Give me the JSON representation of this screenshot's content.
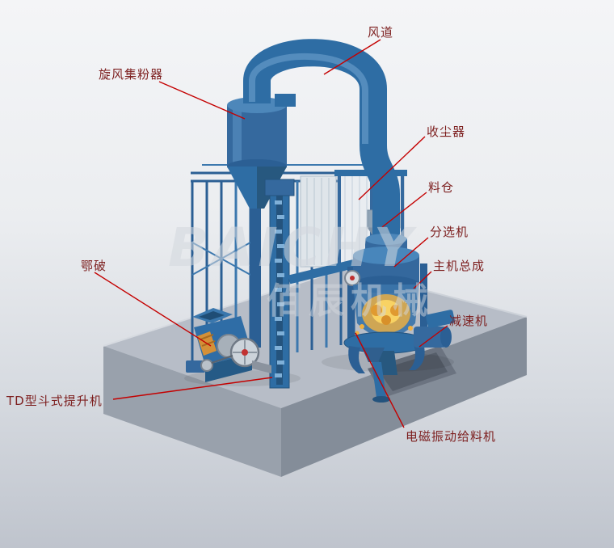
{
  "diagram": {
    "labels": [
      {
        "id": "air-duct",
        "text": "风道"
      },
      {
        "id": "cyclone-collector",
        "text": "旋风集粉器"
      },
      {
        "id": "dust-collector",
        "text": "收尘器"
      },
      {
        "id": "material-bin",
        "text": "料仓"
      },
      {
        "id": "classifier",
        "text": "分选机"
      },
      {
        "id": "main-unit",
        "text": "主机总成"
      },
      {
        "id": "reducer",
        "text": "减速机"
      },
      {
        "id": "vibrating-feeder",
        "text": "电磁振动给料机"
      },
      {
        "id": "bucket-elevator",
        "text": "TD型斗式提升机"
      },
      {
        "id": "jaw-crusher",
        "text": "鄂破"
      }
    ],
    "watermark": {
      "brand": "BAICHY",
      "brand_cn": "佰辰机械"
    },
    "colors": {
      "label_text": "#7d1f1f",
      "leader_line": "#c40000",
      "machine_blue": "#2e6da4",
      "machine_blue_dark": "#24537d",
      "base_gray": "#b7bdc7",
      "glow_orange": "#f2b23e"
    }
  }
}
